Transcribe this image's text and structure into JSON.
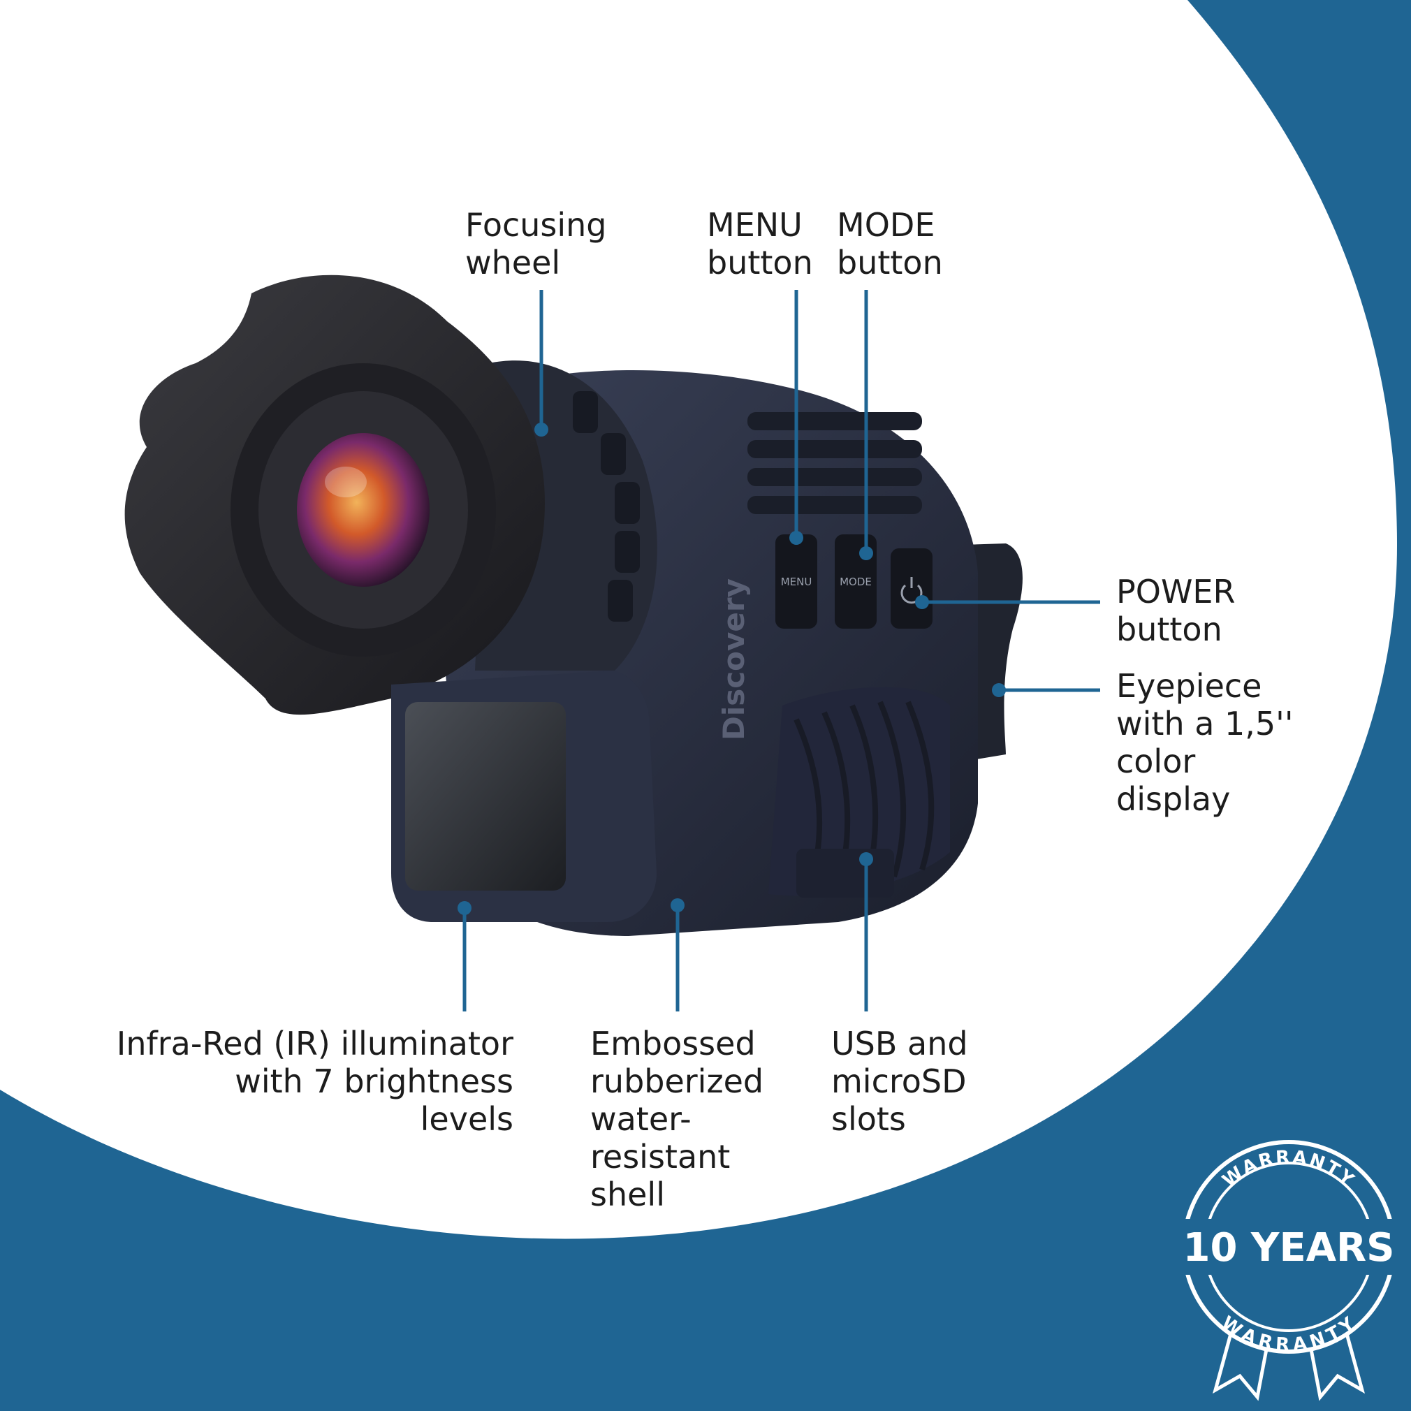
{
  "colors": {
    "accent": "#1f6593",
    "background": "#ffffff",
    "device": "#262b3a",
    "text": "#1c1c1c"
  },
  "device": {
    "brand_label": "Discovery",
    "button_menu_label": "MENU",
    "button_mode_label": "MODE",
    "power_icon": "power-icon"
  },
  "labels": {
    "focusing_wheel": [
      "Focusing",
      "wheel"
    ],
    "menu_button": [
      "MENU",
      "button"
    ],
    "mode_button": [
      "MODE",
      "button"
    ],
    "power_button": [
      "POWER",
      "button"
    ],
    "eyepiece": [
      "Eyepiece",
      "with a 1,5''",
      "color",
      "display"
    ],
    "ir_illuminator": [
      "Infra-Red (IR) illuminator",
      "with 7 brightness",
      "levels"
    ],
    "shell": [
      "Embossed",
      "rubberized",
      "water-",
      "resistant",
      "shell"
    ],
    "usb_slots": [
      "USB and",
      "microSD",
      "slots"
    ]
  },
  "badge": {
    "top_text": "WARRANTY",
    "main_text": "10 YEARS",
    "bottom_text": "WARRANTY"
  }
}
